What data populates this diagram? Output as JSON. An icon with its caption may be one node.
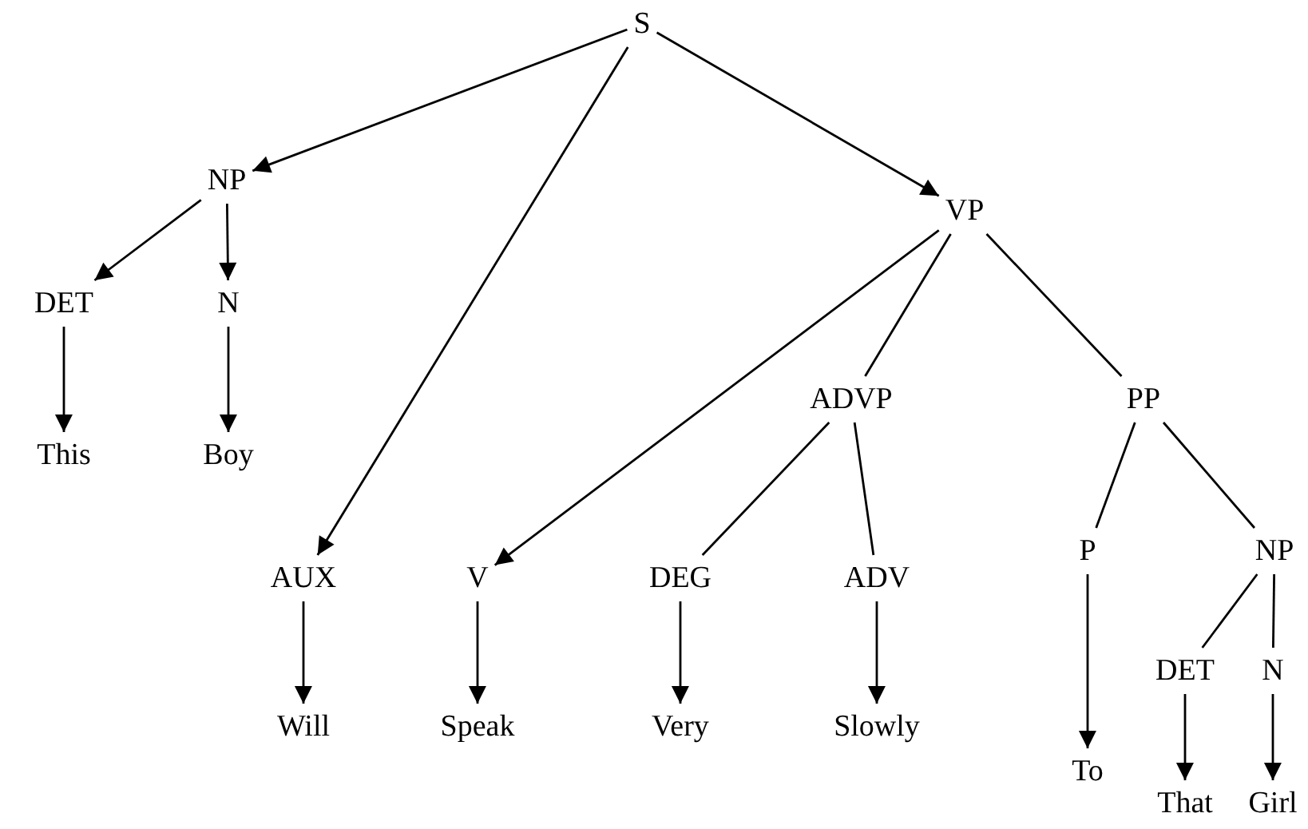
{
  "diagram": {
    "nodes": [
      {
        "text": [
          "S"
        ]
      },
      {
        "text": [
          "NP"
        ]
      },
      {
        "text": [
          "VP"
        ]
      },
      {
        "text": [
          "DET"
        ]
      },
      {
        "text": [
          "N"
        ]
      },
      {
        "text": [
          "This"
        ]
      },
      {
        "text": [
          "Boy"
        ]
      },
      {
        "text": [
          "ADVP"
        ]
      },
      {
        "text": [
          "PP"
        ]
      },
      {
        "text": [
          "AUX"
        ]
      },
      {
        "text": [
          "V"
        ]
      },
      {
        "text": [
          "DEG"
        ]
      },
      {
        "text": [
          "ADV"
        ]
      },
      {
        "text": [
          "P"
        ]
      },
      {
        "text": [
          "NP"
        ]
      },
      {
        "text": [
          "Will"
        ]
      },
      {
        "text": [
          "Speak"
        ]
      },
      {
        "text": [
          "Very"
        ]
      },
      {
        "text": [
          "Slowly"
        ]
      },
      {
        "text": [
          "To"
        ]
      },
      {
        "text": [
          "DET"
        ]
      },
      {
        "text": [
          "N"
        ]
      },
      {
        "text": [
          "That"
        ]
      },
      {
        "text": [
          "Girl"
        ]
      }
    ],
    "edges": [
      {
        "from": 0,
        "to": 1,
        "arrow": "to"
      },
      {
        "from": 0,
        "to": 2,
        "arrow": "to"
      },
      {
        "from": 0,
        "to": 9,
        "arrow": "to"
      },
      {
        "from": 1,
        "to": 3,
        "arrow": "to"
      },
      {
        "from": 1,
        "to": 4,
        "arrow": "to"
      },
      {
        "from": 3,
        "to": 5,
        "arrow": "to"
      },
      {
        "from": 4,
        "to": 6,
        "arrow": "to"
      },
      {
        "from": 2,
        "to": 10,
        "arrow": "to"
      },
      {
        "from": 2,
        "to": 7,
        "arrow": "none"
      },
      {
        "from": 2,
        "to": 8,
        "arrow": "none"
      },
      {
        "from": 7,
        "to": 11,
        "arrow": "none"
      },
      {
        "from": 7,
        "to": 12,
        "arrow": "none"
      },
      {
        "from": 8,
        "to": 13,
        "arrow": "none"
      },
      {
        "from": 8,
        "to": 14,
        "arrow": "none"
      },
      {
        "from": 9,
        "to": 15,
        "arrow": "to"
      },
      {
        "from": 10,
        "to": 16,
        "arrow": "to"
      },
      {
        "from": 11,
        "to": 17,
        "arrow": "to"
      },
      {
        "from": 12,
        "to": 18,
        "arrow": "to"
      },
      {
        "from": 13,
        "to": 19,
        "arrow": "to"
      },
      {
        "from": 14,
        "to": 20,
        "arrow": "none"
      },
      {
        "from": 14,
        "to": 21,
        "arrow": "none"
      },
      {
        "from": 20,
        "to": 22,
        "arrow": "to"
      },
      {
        "from": 21,
        "to": 23,
        "arrow": "to"
      }
    ]
  }
}
